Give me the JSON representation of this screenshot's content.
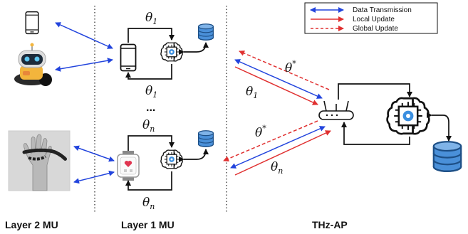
{
  "legend": {
    "items": [
      {
        "label": "Data Transmission",
        "color": "#2244dd",
        "style": "double-arrow"
      },
      {
        "label": "Local Update",
        "color": "#e03030",
        "style": "solid"
      },
      {
        "label": "Global Update",
        "color": "#e03030",
        "style": "dashed"
      }
    ]
  },
  "layers": {
    "layer2": "Layer 2 MU",
    "layer1": "Layer 1 MU",
    "ap": "THz-AP"
  },
  "params": {
    "theta_symbol": "θ",
    "sub_1": "1",
    "sub_n": "n",
    "star": "*"
  },
  "ellipsis": "...",
  "colors": {
    "blue": "#2244dd",
    "red": "#e03030",
    "database": "#4a90d9",
    "chip_accent": "#3b8fe0"
  }
}
